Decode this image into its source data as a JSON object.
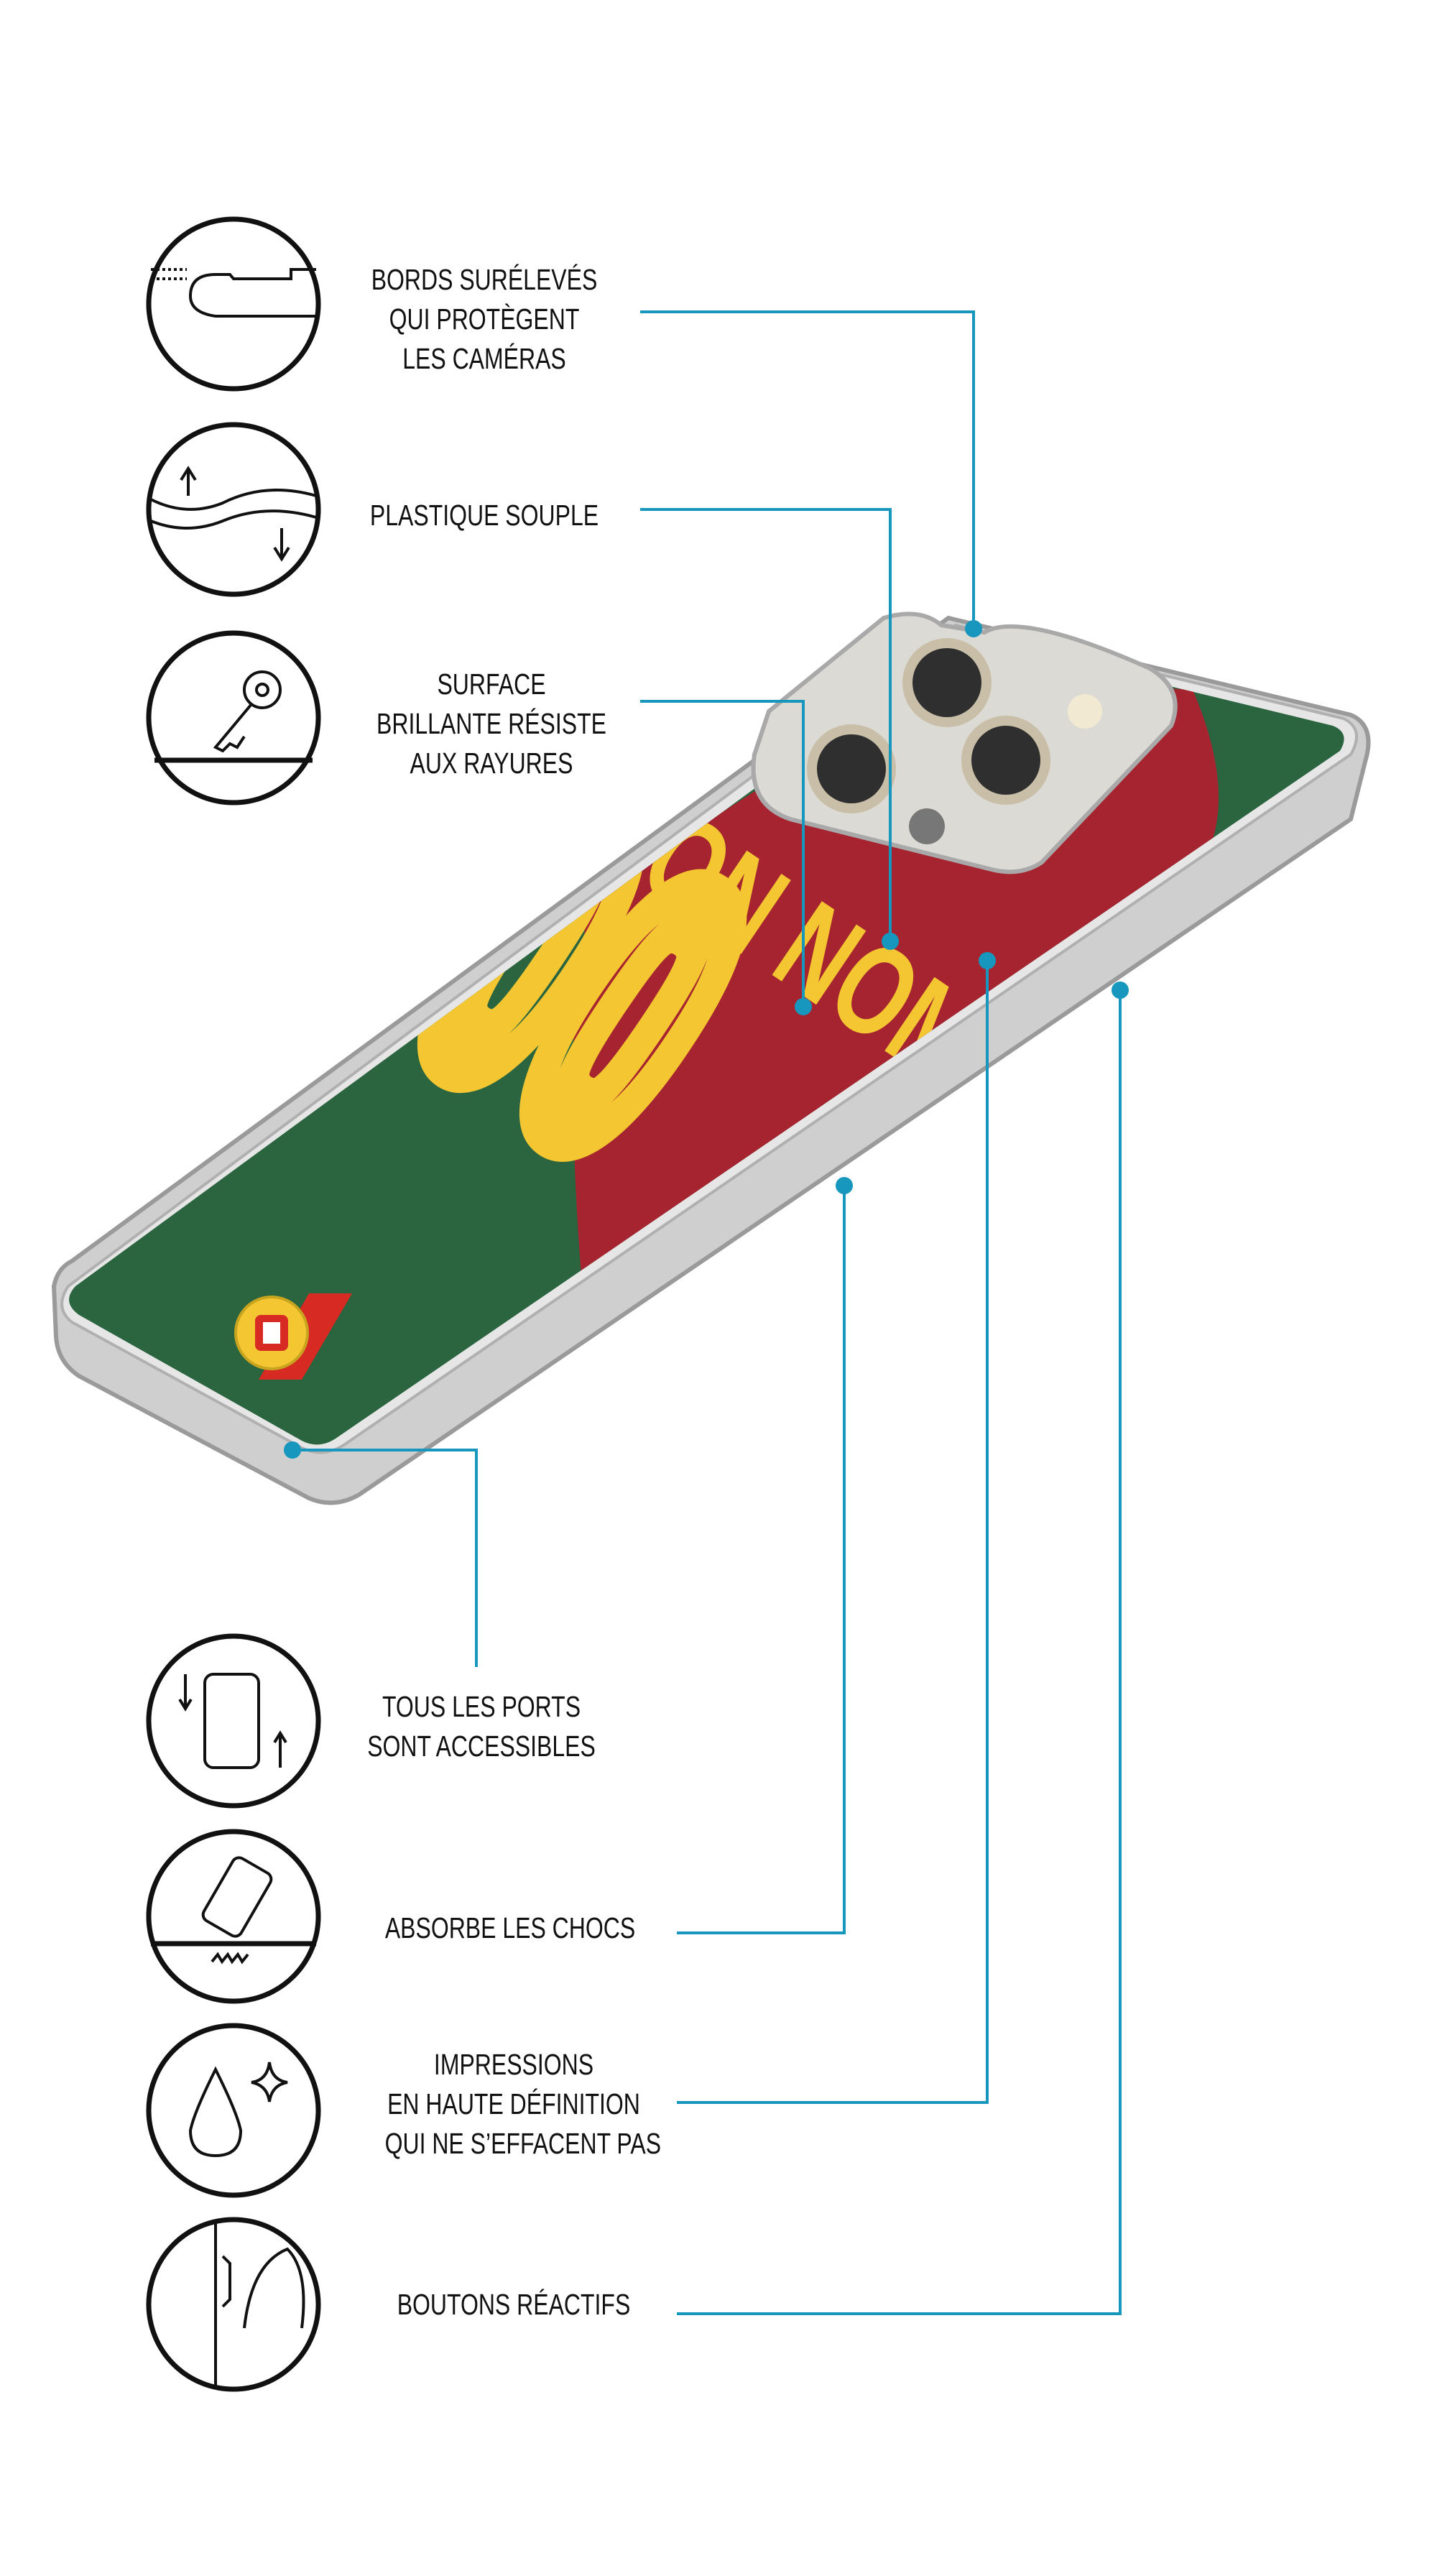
{
  "features": [
    {
      "icon": "raised-edge-icon",
      "lines": [
        "BORDS SURÉLEVÉS",
        "QUI PROTÈGENT",
        "LES CAMÉRAS"
      ]
    },
    {
      "icon": "flexible-wave-icon",
      "lines": [
        "PLASTIQUE SOUPLE"
      ]
    },
    {
      "icon": "key-scratch-icon",
      "lines": [
        "SURFACE",
        "BRILLANTE RÉSISTE",
        "AUX RAYURES"
      ]
    },
    {
      "icon": "phone-rotate-icon",
      "lines": [
        "TOUS LES PORTS",
        "SONT ACCESSIBLES"
      ]
    },
    {
      "icon": "phone-shock-icon",
      "lines": [
        "ABSORBE LES CHOCS"
      ]
    },
    {
      "icon": "water-drop-sparkle-icon",
      "lines": [
        "IMPRESSIONS",
        "EN HAUTE DÉFINITION",
        "QUI NE S’EFFACENT PAS"
      ]
    },
    {
      "icon": "side-buttons-icon",
      "lines": [
        "BOUTONS RÉACTIFS"
      ]
    }
  ],
  "phone": {
    "name_text": "TON NOM",
    "number_text": "00"
  },
  "colors": {
    "accent": "#1797bd",
    "green": "#2b6540",
    "red": "#a6242f",
    "yellow": "#f3c632"
  }
}
